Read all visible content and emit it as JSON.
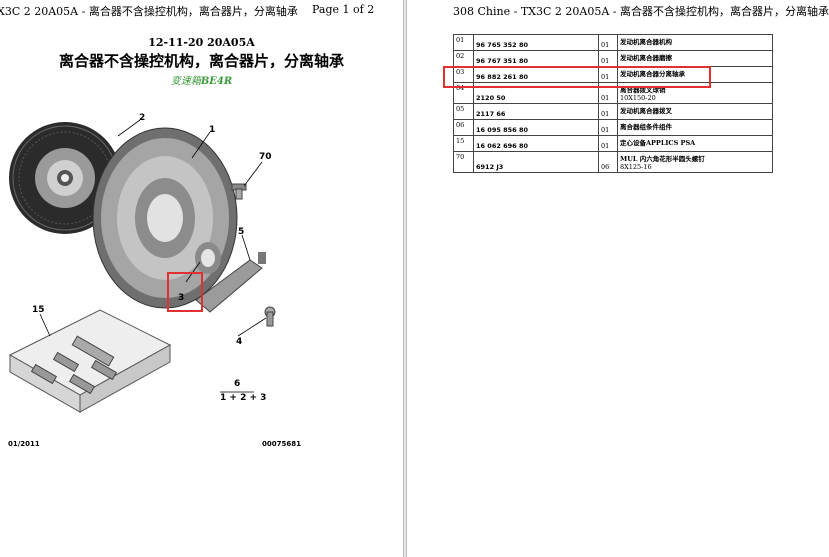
{
  "left_page": {
    "header_text": "X3C 2 20A05A - 离合器不含操控机构，离合器片，分离轴承",
    "page_indicator": "Page 1 of 2",
    "date_code": "12-11-20 20A05A",
    "title": "离合器不含操控机构，离合器片，分离轴承",
    "subtitle_prefix": "变速箱",
    "subtitle_code": "BE4R",
    "callouts": {
      "c2": "2",
      "c1": "1",
      "c70": "70",
      "c5": "5",
      "c3": "3",
      "c15": "15",
      "c4": "4",
      "c6": "6",
      "formula": "1 + 2 + 3"
    },
    "footer_left": "01/2011",
    "footer_right": "00075681"
  },
  "right_page": {
    "header_text": "308 Chine - TX3C 2 20A05A - 离合器不含操控机构，离合器片，分离轴承",
    "parts": [
      {
        "ref": "01",
        "number": "96 765 352 80",
        "qty": "01",
        "desc": "发动机离合器机构",
        "desc_sub": ""
      },
      {
        "ref": "02",
        "number": "96 767 351 80",
        "qty": "01",
        "desc": "发动机离合器磨擦",
        "desc_sub": ""
      },
      {
        "ref": "03",
        "number": "96 882 261 80",
        "qty": "01",
        "desc": "发动机离合器分离轴承",
        "desc_sub": ""
      },
      {
        "ref": "04",
        "number": "2120 50",
        "qty": "01",
        "desc": "离合器拨叉球销",
        "desc_sub": "10X150-20"
      },
      {
        "ref": "05",
        "number": "2117 66",
        "qty": "01",
        "desc": "发动机离合器拨叉",
        "desc_sub": ""
      },
      {
        "ref": "06",
        "number": "16 095 856 80",
        "qty": "01",
        "desc": "离合器组条件组件",
        "desc_sub": ""
      },
      {
        "ref": "15",
        "number": "16 062 696 80",
        "qty": "01",
        "desc": "定心设备APPLICS PSA",
        "desc_sub": ""
      },
      {
        "ref": "70",
        "number": "6912 J3",
        "qty": "06",
        "desc": "MUL 内六角花形半圆头螺钉",
        "desc_sub": "8X125-16"
      }
    ]
  },
  "colors": {
    "highlight": "#e03030",
    "subtitle_green": "#3a9a3a"
  }
}
